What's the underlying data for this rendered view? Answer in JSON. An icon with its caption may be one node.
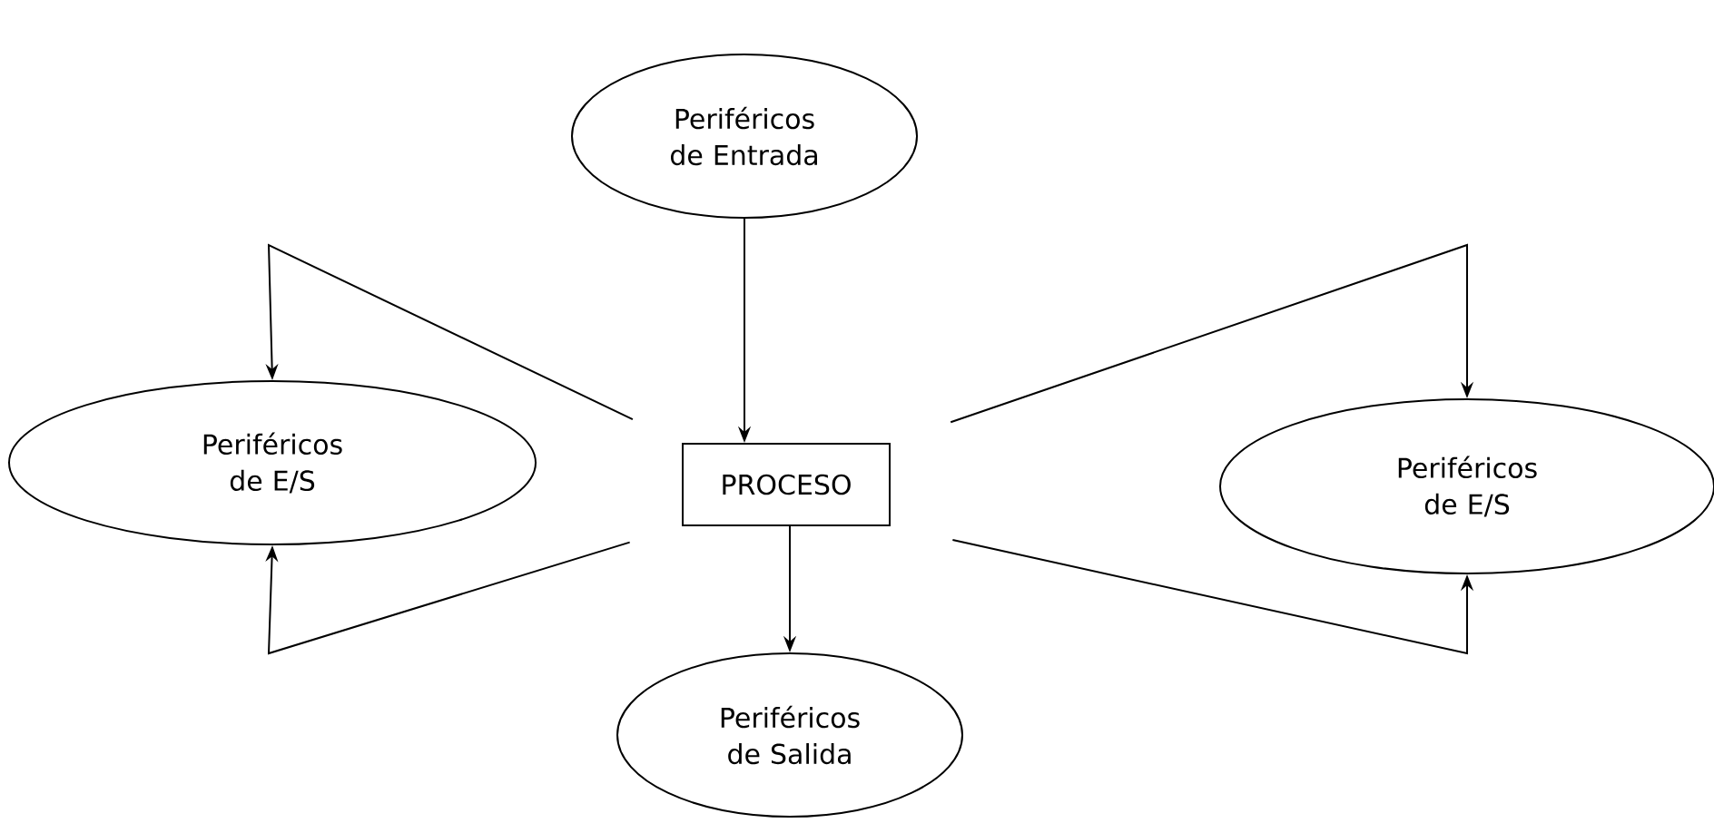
{
  "diagram": {
    "nodes": [
      {
        "text": [
          "Periféricos de Entrada"
        ]
      },
      {
        "text": [
          "PROCESO"
        ]
      },
      {
        "text": [
          "Periféricos de Salida"
        ]
      },
      {
        "text": [
          "Periféricos de E/S"
        ]
      },
      {
        "text": [
          "Periféricos de E/S"
        ]
      }
    ],
    "edges": [
      {
        "from": 0,
        "to": 1,
        "arrow": "to"
      },
      {
        "from": 1,
        "to": 2,
        "arrow": "to"
      },
      {
        "from": 1,
        "to": 3,
        "arrow": "to"
      },
      {
        "from": 1,
        "to": 3,
        "arrow": "to"
      },
      {
        "from": 1,
        "to": 4,
        "arrow": "to"
      },
      {
        "from": 1,
        "to": 4,
        "arrow": "to"
      }
    ]
  }
}
